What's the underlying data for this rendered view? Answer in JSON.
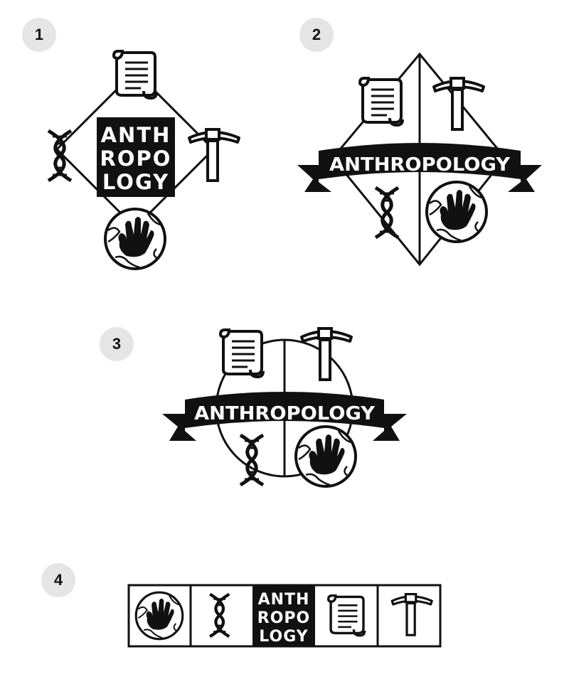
{
  "concepts": [
    {
      "number": "1",
      "title_lines": [
        "ANTH",
        "ROPO",
        "LOGY"
      ]
    },
    {
      "number": "2",
      "banner_text": "ANTHROPOLOGY"
    },
    {
      "number": "3",
      "banner_text": "ANTHROPOLOGY"
    },
    {
      "number": "4",
      "title_lines": [
        "ANTH",
        "ROPO",
        "LOGY"
      ]
    }
  ],
  "icons": [
    "scroll-icon",
    "pickaxe-icon",
    "dna-icon",
    "globe-handprint-icon"
  ],
  "colors": {
    "ink": "#111111",
    "paper": "#ffffff",
    "badge": "#e5e5e5"
  }
}
